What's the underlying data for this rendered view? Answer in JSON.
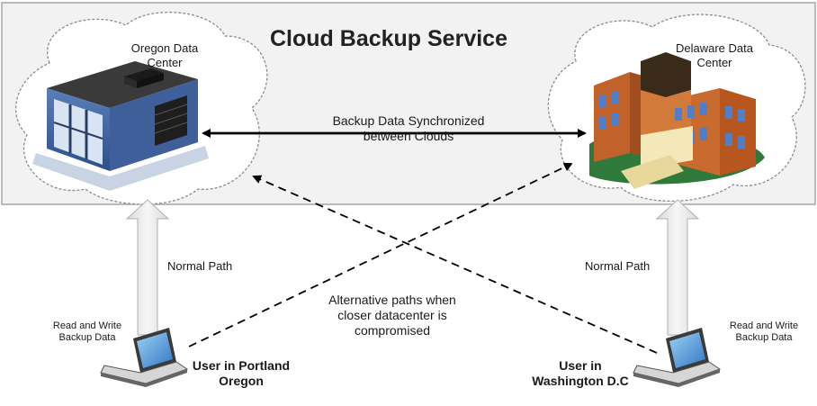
{
  "title": "Cloud Backup Service",
  "oregon_dc": {
    "line1": "Oregon Data",
    "line2": "Center"
  },
  "delaware_dc": {
    "line1": "Delaware Data",
    "line2": "Center"
  },
  "sync": {
    "line1": "Backup Data Synchronized",
    "line2": "between Clouds"
  },
  "normal_path_left": "Normal Path",
  "normal_path_right": "Normal Path",
  "alternative": {
    "line1": "Alternative paths when",
    "line2": "closer datacenter is",
    "line3": "compromised"
  },
  "rw_left": {
    "line1": "Read and Write",
    "line2": "Backup Data"
  },
  "rw_right": {
    "line1": "Read and Write",
    "line2": "Backup Data"
  },
  "user_left": {
    "line1": "User in Portland",
    "line2": "Oregon"
  },
  "user_right": {
    "line1": "User in",
    "line2": "Washington D.C"
  },
  "colors": {
    "arrow": "#000000",
    "cloud_fill": "#ffffff",
    "band_fill": "#f2f2f2",
    "upload_arrow": "#e6e6e6"
  }
}
